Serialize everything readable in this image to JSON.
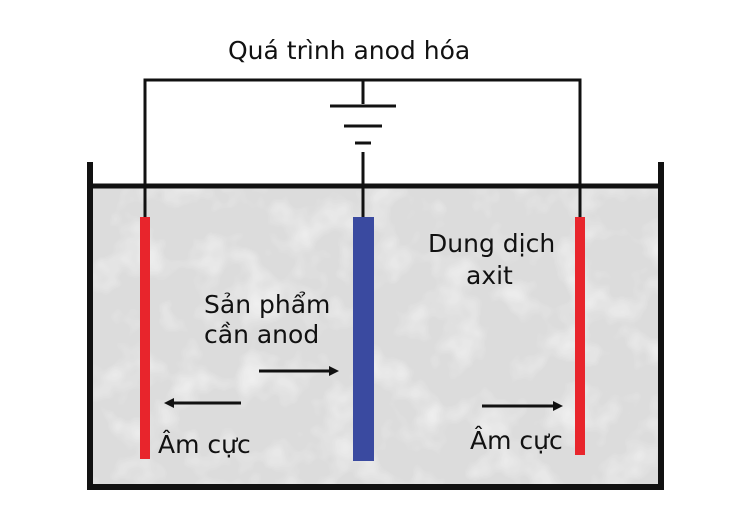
{
  "diagram": {
    "title": "Quá trình anod hóa",
    "electrolyte_label_line1": "Dung dịch",
    "electrolyte_label_line2": "axit",
    "product_label_line1": "Sản phẩm",
    "product_label_line2": "cần anod",
    "cathode_left_label": "Âm cực",
    "cathode_right_label": "Âm cực",
    "colors": {
      "cathode": "#e8252c",
      "anode_product": "#3a4aa0",
      "solution": "#dcdcdc",
      "wire": "#111111"
    }
  }
}
